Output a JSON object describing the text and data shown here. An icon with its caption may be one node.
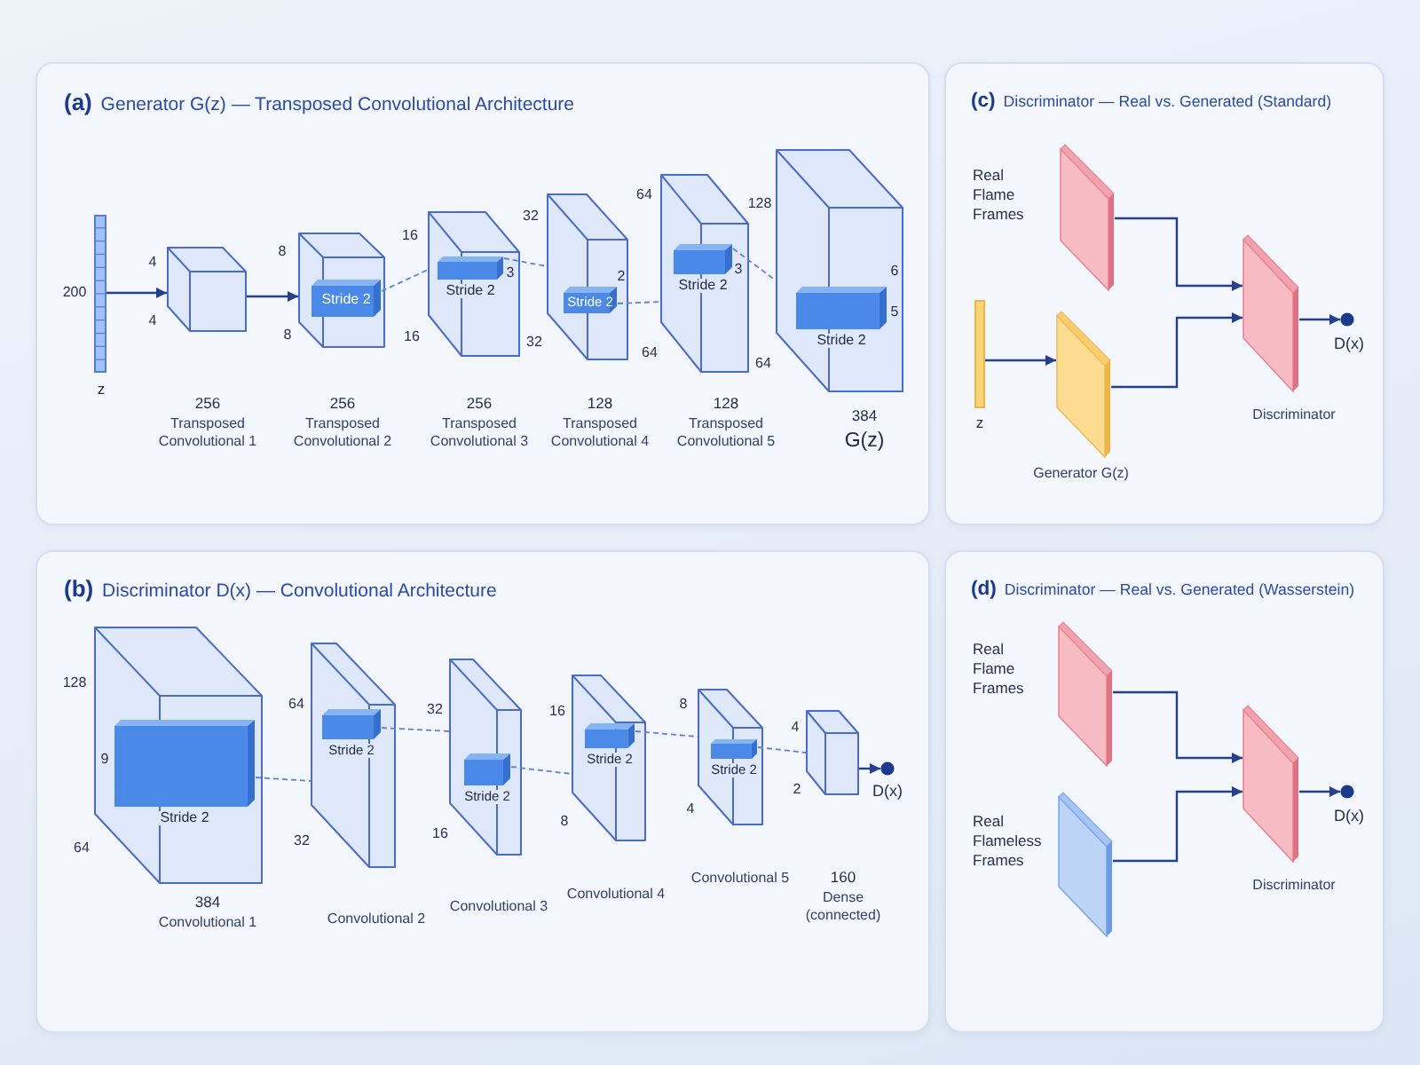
{
  "diagram": {
    "nodes": [
      {
        "text": [
          "**(a)** Generator G(z) — Transposed Convolutional Architecture"
        ]
      },
      {
        "text": [],
        "shape": "bar",
        "beside": [
          "200",
          "z"
        ],
        "in": 0
      },
      {
        "text": [],
        "shape": "box",
        "beside": [
          "4",
          "4",
          "256",
          "Transposed Convolutional 1"
        ],
        "in": 0
      },
      {
        "text": [],
        "shape": "box",
        "beside": [
          "8",
          "8",
          "256",
          "Transposed Convolutional 2"
        ],
        "in": 0
      },
      {
        "text": [
          "Stride 2"
        ],
        "in": 3
      },
      {
        "text": [],
        "shape": "box",
        "beside": [
          "16",
          "16",
          "256",
          "Transposed Convolutional 3"
        ],
        "in": 0
      },
      {
        "text": [
          "Stride 2"
        ],
        "beside": [
          "3"
        ],
        "in": 5
      },
      {
        "text": [],
        "shape": "box",
        "beside": [
          "32",
          "32",
          "128",
          "Transposed Convolutional 4"
        ],
        "in": 0
      },
      {
        "text": [
          "Stride 2"
        ],
        "beside": [
          "2"
        ],
        "in": 7
      },
      {
        "text": [],
        "shape": "box",
        "beside": [
          "64",
          "64",
          "128",
          "Transposed Convolutional 5"
        ],
        "in": 0
      },
      {
        "text": [
          "Stride 2"
        ],
        "beside": [
          "3"
        ],
        "in": 9
      },
      {
        "text": [],
        "shape": "box",
        "beside": [
          "128",
          "64",
          "384",
          "G(z)"
        ],
        "in": 0
      },
      {
        "text": [
          "Stride 2"
        ],
        "beside": [
          "6",
          "5"
        ],
        "in": 11
      },
      {
        "text": [
          "**(c)** Discriminator — Real vs. Generated (Standard)"
        ]
      },
      {
        "text": [],
        "shape": "box",
        "beside": [
          "Real Flame Frames"
        ],
        "in": 13
      },
      {
        "text": [],
        "shape": "bar",
        "beside": [
          "z"
        ],
        "in": 13
      },
      {
        "text": [],
        "shape": "box",
        "beside": [
          "Generator G(z)"
        ],
        "in": 13
      },
      {
        "text": [],
        "shape": "box",
        "beside": [
          "Discriminator"
        ],
        "in": 13
      },
      {
        "text": [],
        "shape": "circle",
        "beside": [
          "D(x)"
        ],
        "in": 13
      },
      {
        "text": [
          "**(b)** Discriminator D(x) — Convolutional Architecture"
        ]
      },
      {
        "text": [],
        "shape": "box",
        "beside": [
          "128",
          "64",
          "384",
          "Convolutional 1"
        ],
        "in": 19
      },
      {
        "text": [
          "Stride 2"
        ],
        "beside": [
          "9"
        ],
        "in": 20
      },
      {
        "text": [],
        "shape": "box",
        "beside": [
          "64",
          "32",
          "Convolutional 2"
        ],
        "in": 19
      },
      {
        "text": [
          "Stride 2"
        ],
        "in": 22
      },
      {
        "text": [],
        "shape": "box",
        "beside": [
          "32",
          "16",
          "Convolutional 3"
        ],
        "in": 19
      },
      {
        "text": [
          "Stride 2"
        ],
        "in": 24
      },
      {
        "text": [],
        "shape": "box",
        "beside": [
          "16",
          "8",
          "Convolutional 4"
        ],
        "in": 19
      },
      {
        "text": [
          "Stride 2"
        ],
        "in": 26
      },
      {
        "text": [],
        "shape": "box",
        "beside": [
          "8",
          "4",
          "Convolutional 5"
        ],
        "in": 19
      },
      {
        "text": [
          "Stride 2"
        ],
        "in": 28
      },
      {
        "text": [],
        "shape": "box",
        "beside": [
          "4",
          "2",
          "160",
          "Dense (connected)"
        ],
        "in": 19
      },
      {
        "text": [],
        "shape": "circle",
        "beside": [
          "D(x)"
        ],
        "in": 19
      },
      {
        "text": [
          "**(d)** Discriminator — Real vs. Generated (Wasserstein)"
        ]
      },
      {
        "text": [],
        "shape": "box",
        "beside": [
          "Real Flame Frames"
        ],
        "in": 32
      },
      {
        "text": [],
        "shape": "box",
        "beside": [
          "Real Flameless Frames"
        ],
        "in": 32
      },
      {
        "text": [],
        "shape": "box",
        "beside": [
          "Discriminator"
        ],
        "in": 32
      },
      {
        "text": [],
        "shape": "circle",
        "beside": [
          "D(x)"
        ],
        "in": 32
      }
    ],
    "edges": [
      {
        "from": 1,
        "to": 2,
        "arrow": "to"
      },
      {
        "from": 2,
        "to": 3,
        "arrow": "to"
      },
      {
        "from": 4,
        "to": 5,
        "arrow": "none",
        "style": "dashed"
      },
      {
        "from": 6,
        "to": 7,
        "arrow": "none",
        "style": "dashed"
      },
      {
        "from": 8,
        "to": 9,
        "arrow": "none",
        "style": "dashed"
      },
      {
        "from": 10,
        "to": 11,
        "arrow": "none",
        "style": "dashed"
      },
      {
        "from": 15,
        "to": 16,
        "arrow": "to"
      },
      {
        "from": 14,
        "to": 17,
        "arrow": "to"
      },
      {
        "from": 16,
        "to": 17,
        "arrow": "to"
      },
      {
        "from": 17,
        "to": 18,
        "arrow": "to"
      },
      {
        "from": 21,
        "to": 22,
        "arrow": "none",
        "style": "dashed"
      },
      {
        "from": 23,
        "to": 24,
        "arrow": "none",
        "style": "dashed"
      },
      {
        "from": 25,
        "to": 26,
        "arrow": "none",
        "style": "dashed"
      },
      {
        "from": 27,
        "to": 28,
        "arrow": "none",
        "style": "dashed"
      },
      {
        "from": 29,
        "to": 30,
        "arrow": "none",
        "style": "dashed"
      },
      {
        "from": 30,
        "to": 31,
        "arrow": "to"
      },
      {
        "from": 33,
        "to": 35,
        "arrow": "to"
      },
      {
        "from": 34,
        "to": 35,
        "arrow": "to"
      },
      {
        "from": 35,
        "to": 36,
        "arrow": "to"
      }
    ]
  }
}
